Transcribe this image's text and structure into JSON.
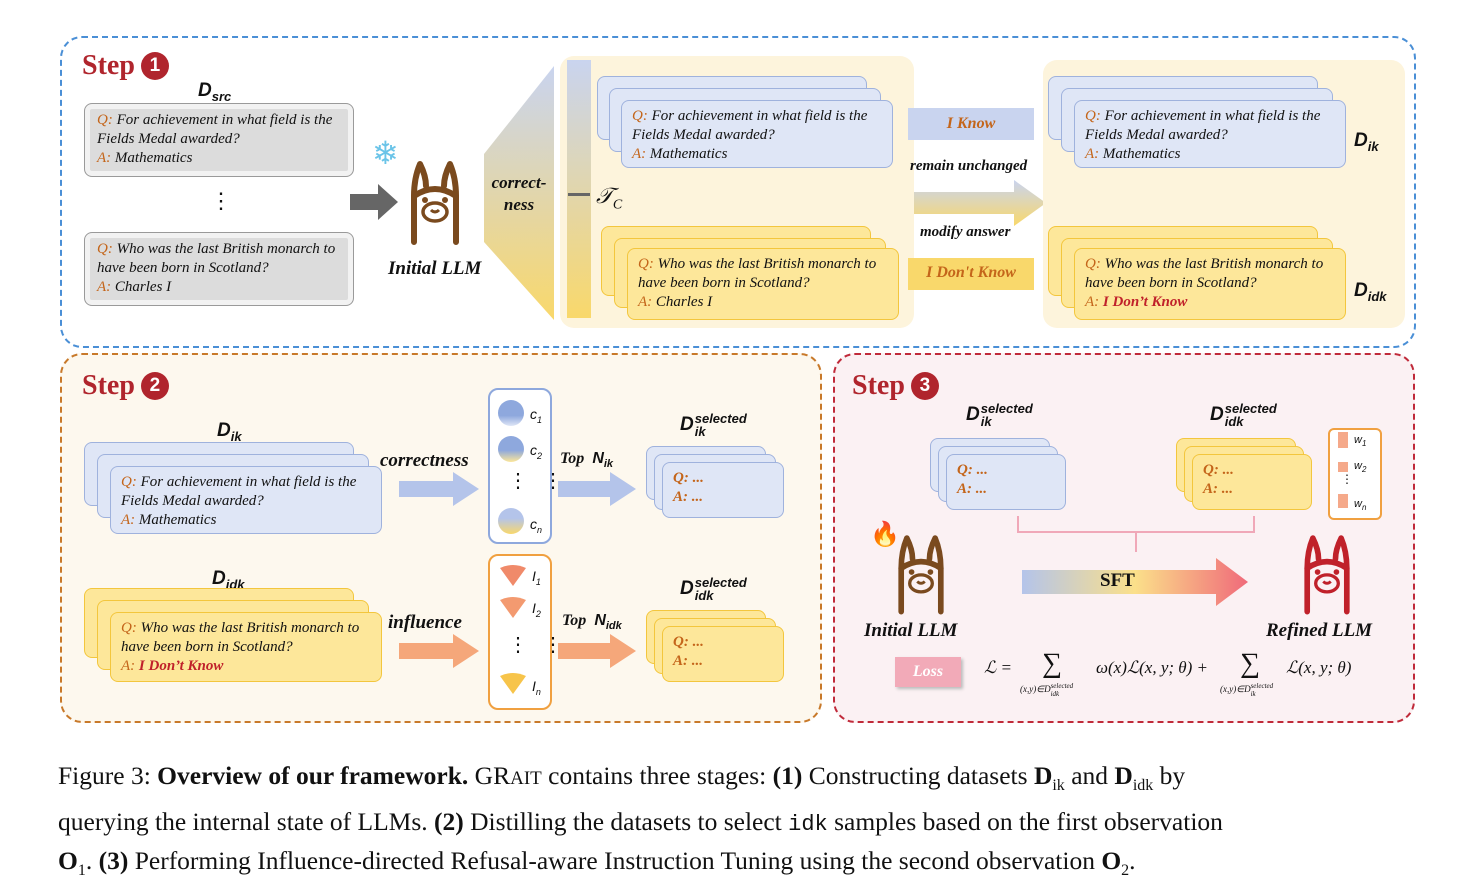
{
  "step1": {
    "title": "Step",
    "num": "1",
    "d_src": "D",
    "d_src_sub": "src",
    "q_prefix": "Q:",
    "a_prefix": "A:",
    "card1_q": "For achievement in what field is the Fields Medal awarded?",
    "card1_a": "Mathematics",
    "dots": "⋮",
    "card2_q": "Who was the last British monarch to have been born in Scotland?",
    "card2_a": "Charles I",
    "initial_llm": "Initial LLM",
    "correctness_line1": "correct-",
    "correctness_line2": "ness",
    "tau": "𝒯",
    "tau_sub": "C",
    "i_know": "I Know",
    "remain_unchanged": "remain unchanged",
    "modify_answer": "modify answer",
    "i_dont_know": "I Don't Know",
    "idk_answer": "I Don’t Know",
    "d_ik": "D",
    "d_ik_sub": "ik",
    "d_idk": "D",
    "d_idk_sub": "idk"
  },
  "step2": {
    "title": "Step",
    "num": "2",
    "d_ik": "D",
    "d_ik_sub": "ik",
    "d_idk": "D",
    "d_idk_sub": "idk",
    "card1_q": "For achievement in what field is the Fields Medal awarded?",
    "card1_a": "Mathematics",
    "card2_q": "Who was the last British monarch to have been born in Scotland?",
    "card2_a": "I Don’t Know",
    "correctness": "correctness",
    "influence": "influence",
    "c_labels": [
      "c",
      "c",
      "c"
    ],
    "c_subs": [
      "1",
      "2",
      "n"
    ],
    "i_labels": [
      "I",
      "I",
      "I"
    ],
    "i_subs": [
      "1",
      "2",
      "n"
    ],
    "dots": "⋮   ⋮",
    "top": "Top",
    "n_ik": "N",
    "n_ik_sub": "ik",
    "n_idk": "N",
    "n_idk_sub": "idk",
    "sel_ik": "D",
    "sel_ik_sub": "ik",
    "sel_ik_sup": "selected",
    "sel_idk": "D",
    "sel_idk_sub": "idk",
    "sel_idk_sup": "selected",
    "q_ellipsis": "Q: ...",
    "a_ellipsis": "A: ..."
  },
  "step3": {
    "title": "Step",
    "num": "3",
    "sel_ik": "D",
    "sel_ik_sub": "ik",
    "sel_ik_sup": "selected",
    "sel_idk": "D",
    "sel_idk_sub": "idk",
    "sel_idk_sup": "selected",
    "q_ellipsis": "Q: ...",
    "a_ellipsis": "A: ...",
    "w_labels": [
      "w",
      "w",
      "w"
    ],
    "w_subs": [
      "1",
      "2",
      "n"
    ],
    "w_dots": "⋮",
    "initial_llm": "Initial LLM",
    "refined_llm": "Refined LLM",
    "sft": "SFT",
    "loss": "Loss",
    "formula_lhs": "ℒ =",
    "formula_term1": "ω(x)ℒ(x, y; θ) +",
    "formula_term2": "ℒ(x, y; θ)",
    "sum1_sub": "(x,y)∈D",
    "sum1_sub_sup": "selected",
    "sum1_sub_sub": "idk",
    "sum2_sub": "(x,y)∈D",
    "sum2_sub_sup": "selected",
    "sum2_sub_sub": "ik",
    "sum_symbol": "∑"
  },
  "caption": {
    "line1_a": "Figure 3: ",
    "line1_b": "Overview of our framework.",
    "line1_c": " GR",
    "line1_d": "AIT",
    "line1_e": " contains three stages: ",
    "line1_f": "(1)",
    "line1_g": " Constructing datasets ",
    "d1": "D",
    "d1_sub": "ik",
    "and": " and ",
    "d2": "D",
    "d2_sub": "idk",
    "by": " by",
    "line2_a": "querying the internal state of LLMs. ",
    "line2_b": "(2)",
    "line2_c": " Distilling the datasets to select ",
    "line2_mono": "idk",
    "line2_d": " samples based on the first observation",
    "o1": "O",
    "o1_sub": "1",
    "line3_a": ". ",
    "line3_b": "(3)",
    "line3_c": " Performing Influence-directed Refusal-aware Instruction Tuning using the second observation ",
    "o2": "O",
    "o2_sub": "2",
    "line3_end": "."
  },
  "colors": {
    "step_red": "#b0252d",
    "blue_frame": "#4a8fd6",
    "orange_frame": "#c8792a",
    "red_frame": "#c02a3a",
    "q_orange": "#c4651a",
    "blue_card": "#dfe6f6",
    "yellow_card": "#fde79a"
  }
}
